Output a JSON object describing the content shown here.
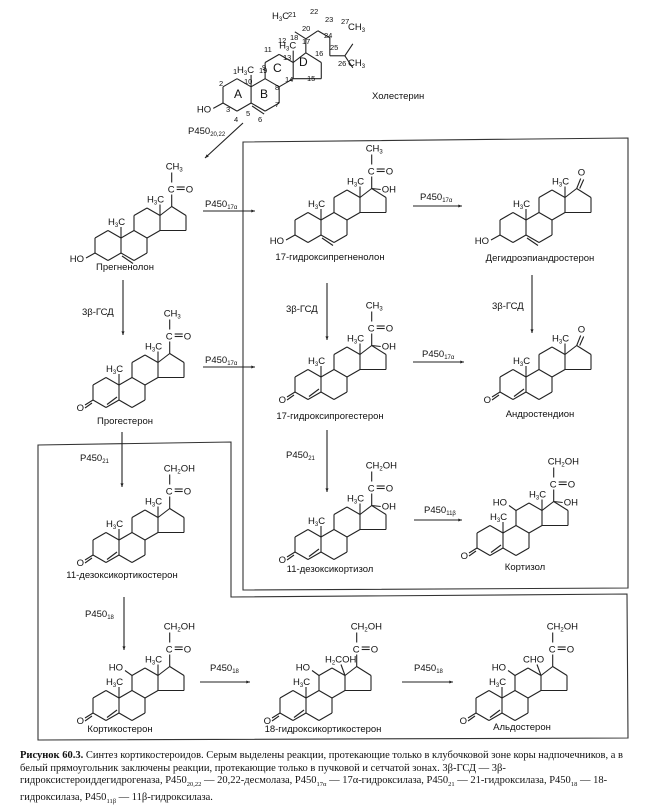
{
  "figure": {
    "compounds": [
      {
        "id": "cholesterol",
        "name": "Холестерин"
      },
      {
        "id": "pregnenolone",
        "name": "Прегненолон"
      },
      {
        "id": "hydroxypregnenolone17",
        "name": "17-гидроксипрегненолон"
      },
      {
        "id": "dhea",
        "name": "Дегидроэпиандростерон"
      },
      {
        "id": "progesterone",
        "name": "Прогестерон"
      },
      {
        "id": "hydroxyprogesterone17",
        "name": "17-гидроксипрогестерон"
      },
      {
        "id": "androstenedione",
        "name": "Андростендион"
      },
      {
        "id": "deoxycorticosterone11",
        "name": "11-дезоксикортикостерон"
      },
      {
        "id": "deoxycortisol11",
        "name": "11-дезоксикортизол"
      },
      {
        "id": "cortisol",
        "name": "Кортизол"
      },
      {
        "id": "corticosterone",
        "name": "Кортикостерон"
      },
      {
        "id": "hydroxycorticosterone18",
        "name": "18-гидроксикортикостерон"
      },
      {
        "id": "aldosterone",
        "name": "Альдостерон"
      }
    ],
    "enzymes": {
      "p450": "P450",
      "desmolase_sub": "20,22",
      "hydroxylase17_sub": "17α",
      "hydroxylase21_sub": "21",
      "hydroxylase18_sub": "18",
      "hydroxylase11_sub": "11β",
      "hsd": "3β-ГСД"
    },
    "atoms": {
      "ho": "HO",
      "o": "O",
      "oh": "OH",
      "h3c": "H",
      "h3c_sub": "3",
      "h3c_c": "C",
      "ch3_c": "CH",
      "ch3_sub": "3",
      "ch2oh_c": "CH",
      "ch2oh_sub": "2",
      "ch2oh_oh": "OH",
      "co": "C",
      "h2coh_h": "H",
      "h2coh_sub": "2",
      "h2coh_rest": "COH",
      "cho": "CHO"
    },
    "cholesterol_labels": {
      "rings": [
        "A",
        "B",
        "C",
        "D"
      ],
      "numbers": [
        "1",
        "2",
        "3",
        "4",
        "5",
        "6",
        "7",
        "8",
        "9",
        "10",
        "11",
        "12",
        "13",
        "14",
        "15",
        "16",
        "17",
        "18",
        "19",
        "20",
        "21",
        "22",
        "23",
        "24",
        "25",
        "26",
        "27"
      ]
    }
  },
  "caption": {
    "title": "Рисунок 60.3.",
    "text_1": " Синтез кортикостероидов. Серым выделены реакции, протекающие только в клубочковой зоне коры надпочечников, а в белый прямоугольник заключены реакции, протекающие только в пучковой и сетчатой зонах. 3β-ГСД — 3β-гидроксистероиддегидрогеназа, P450",
    "sub_1": "20,22",
    "text_2": " — 20,22-десмолаза, P450",
    "sub_2": "17α",
    "text_3": " — 17α-гидроксилаза, P450",
    "sub_3": "21",
    "text_4": " — 21-гидроксилаза, P450",
    "sub_4": "18",
    "text_5": " — 18-гидроксилаза, P450",
    "sub_5": "11β",
    "text_6": " — 11β-гидроксилаза."
  }
}
